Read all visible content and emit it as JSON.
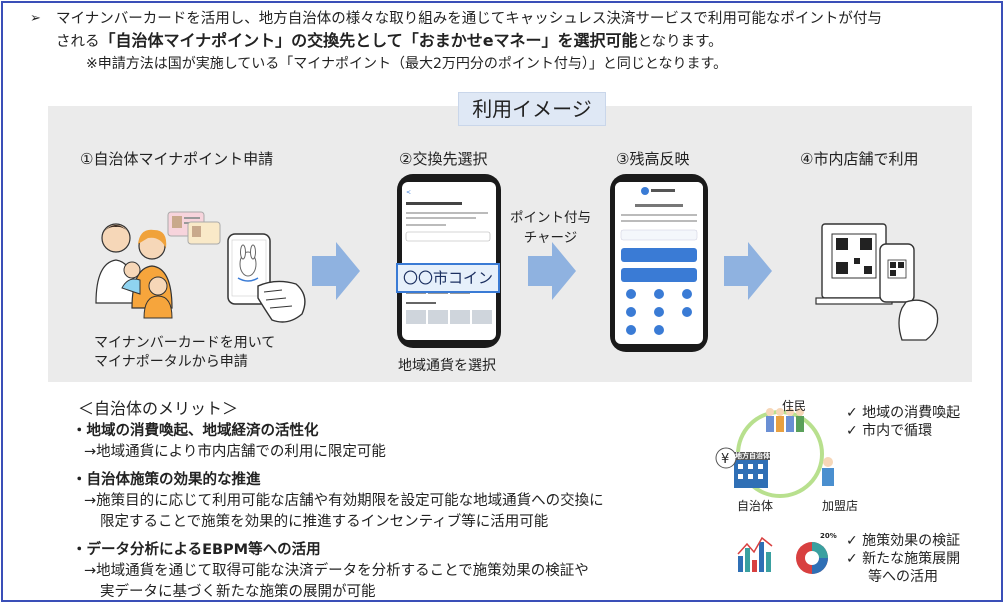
{
  "intro": {
    "bullet_icon": "➢",
    "line1": "マイナンバーカードを活用し、地方自治体の様々な取り組みを通じてキャッシュレス決済サービスで利用可能なポイントが付与",
    "line2_pre": "される",
    "line2_bold1": "「自治体マイナポイント」の交換先として「おまかせeマネー」を選択可能",
    "line2_post": "となります。",
    "note": "※申請方法は国が実施している「マイナポイント（最大2万円分のポイント付与）」と同じとなります。"
  },
  "panel": {
    "title": "利用イメージ",
    "steps": [
      {
        "label": "①自治体マイナポイント申請"
      },
      {
        "label": "②交換先選択"
      },
      {
        "label": "③残高反映"
      },
      {
        "label": "④市内店舗で利用"
      }
    ],
    "step1_caption_line1": "マイナンバーカードを用いて",
    "step1_caption_line2": "マイナポータルから申請",
    "step2_caption": "地域通貨を選択",
    "coin_label": "〇〇市コイン",
    "transfer_line1": "ポイント付与",
    "transfer_line2": "チャージ"
  },
  "merits": {
    "heading": "＜自治体のメリット＞",
    "items": [
      {
        "title": "・地域の消費喚起、地域経済の活性化",
        "lines": [
          "→地域通貨により市内店舗での利用に限定可能"
        ]
      },
      {
        "title": "・自治体施策の効果的な推進",
        "lines": [
          "→施策目的に応じて利用可能な店舗や有効期限を設定可能な地域通貨への交換に",
          "限定することで施策を効果的に推進するインセンティブ等に活用可能"
        ]
      },
      {
        "title": "・データ分析によるEBPM等への活用",
        "lines": [
          "→地域通貨を通じて取得可能な決済データを分析することで施策効果の検証や",
          "実データに基づく新たな施策の展開が可能"
        ]
      }
    ]
  },
  "diagram": {
    "resident_label": "住民",
    "city_label": "自治体",
    "store_label": "加盟店",
    "building_sign": "地方自治体",
    "yen_symbol": "¥",
    "pie_label": "20%",
    "checks1": [
      "✓  地域の消費喚起",
      "✓  市内で循環"
    ],
    "checks2": [
      "✓  施策効果の検証",
      "✓  新たな施策展開",
      "等への活用"
    ]
  }
}
